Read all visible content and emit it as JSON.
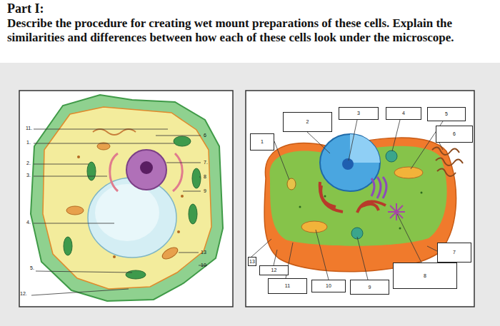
{
  "diagram": {
    "title": "Part I:",
    "nodes": [
      {
        "text": [
          "1"
        ]
      },
      {
        "text": [
          "2"
        ]
      },
      {
        "text": [
          "3"
        ]
      },
      {
        "text": [
          "4"
        ]
      },
      {
        "text": [
          "5"
        ]
      },
      {
        "text": [
          "6"
        ]
      },
      {
        "text": [
          "7"
        ]
      },
      {
        "text": [
          "8"
        ]
      },
      {
        "text": [
          "9"
        ]
      },
      {
        "text": [
          "10"
        ]
      },
      {
        "text": [
          "11"
        ]
      },
      {
        "text": [
          "12"
        ]
      },
      {
        "text": [
          "13"
        ]
      }
    ],
    "labels": [
      "Describe the procedure for creating wet mount preparations of these cells. Explain the similarities and differences between how each of these cells look under the microscope.",
      "11.",
      "1.",
      "2.",
      "3.",
      "4.",
      "5.",
      "12.",
      "6",
      "7.",
      "8",
      "9",
      "13",
      "10"
    ]
  }
}
